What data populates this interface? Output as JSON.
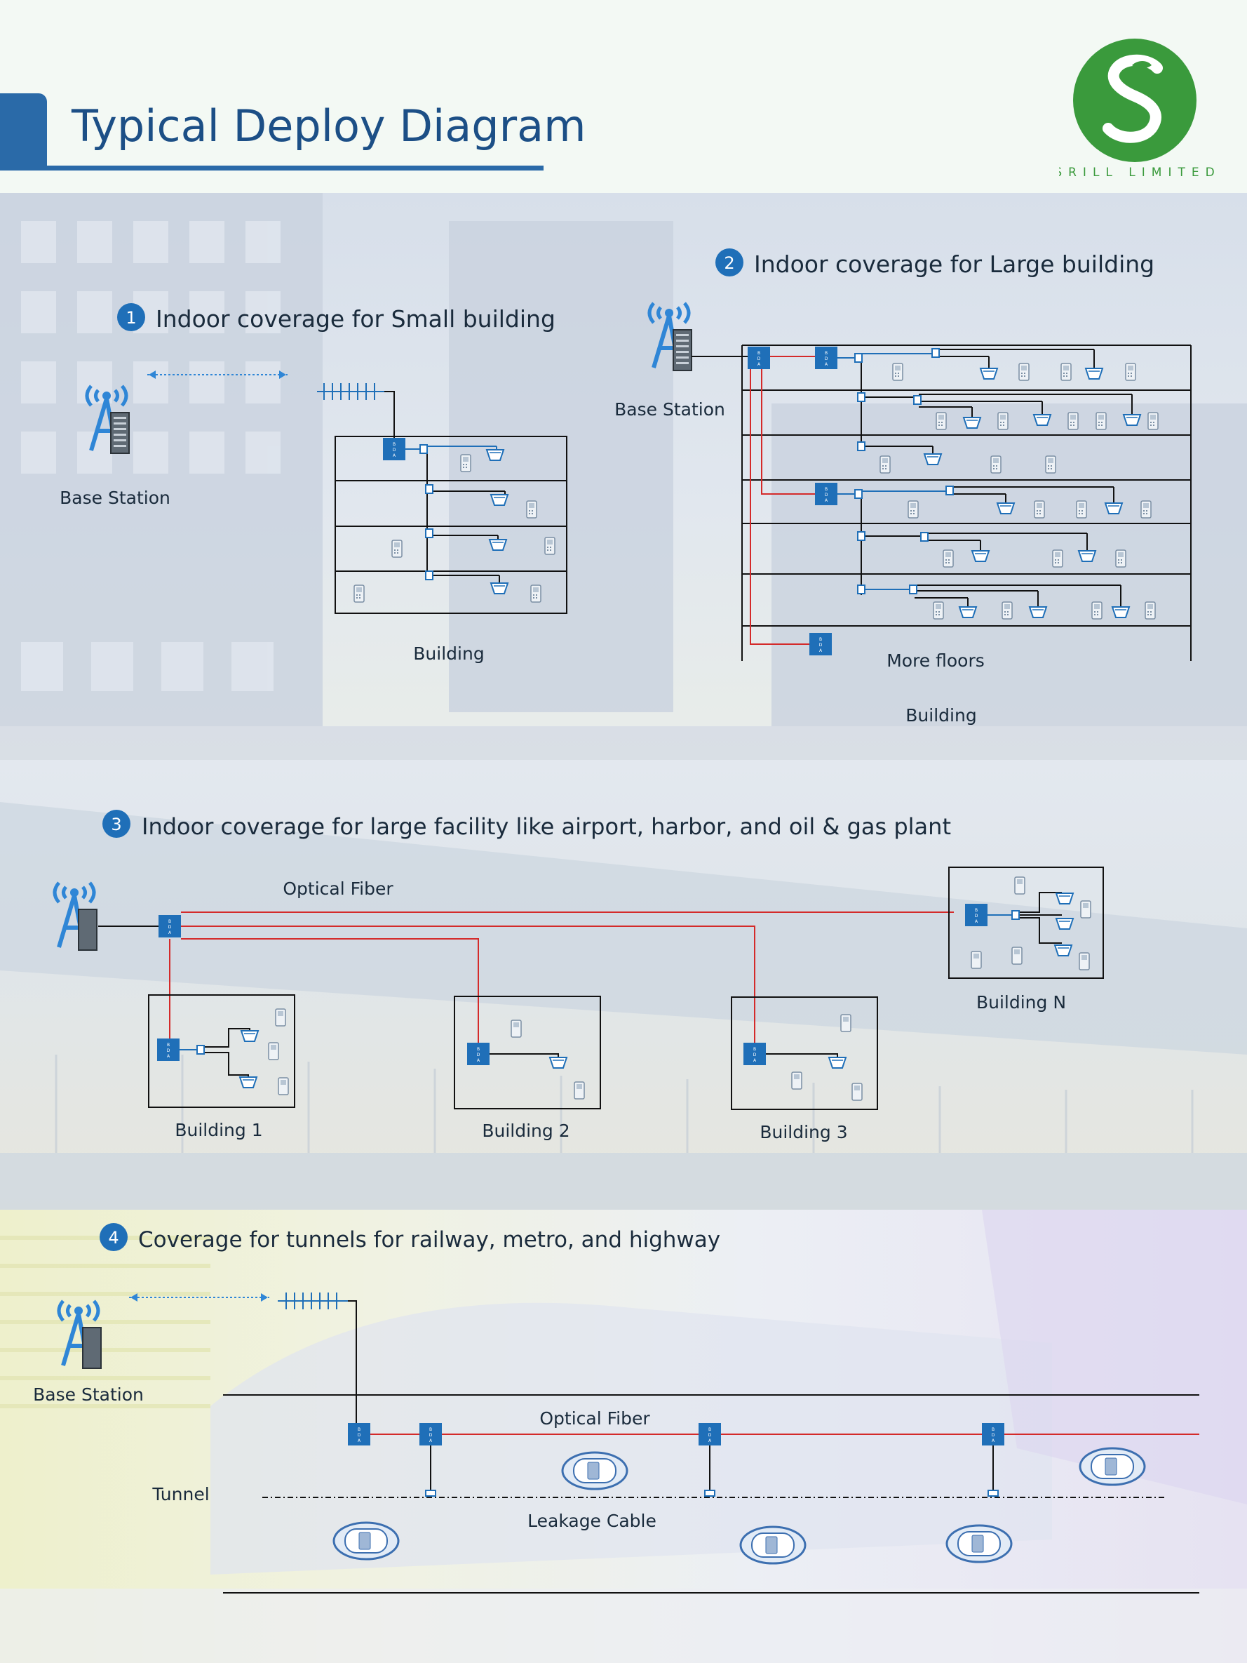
{
  "header": {
    "title": "Typical Deploy Diagram",
    "logo": {
      "letter": "S",
      "text": "SRILL LIMITED",
      "color": "#3a9a3c"
    }
  },
  "colors": {
    "brand_blue": "#2a6aa8",
    "fiber_red": "#d42a2a",
    "device_blue": "#1f6fb8"
  },
  "sections": [
    {
      "number": "1",
      "title": "Indoor coverage for Small building",
      "base_station_label": "Base Station",
      "building_label": "Building"
    },
    {
      "number": "2",
      "title": "Indoor coverage for Large building",
      "base_station_label": "Base Station",
      "more_floors_label": "More floors",
      "building_label": "Building"
    },
    {
      "number": "3",
      "title": "Indoor coverage for large facility like airport, harbor, and oil & gas plant",
      "fiber_label": "Optical Fiber",
      "buildings": [
        "Building 1",
        "Building 2",
        "Building 3",
        "Building N"
      ]
    },
    {
      "number": "4",
      "title": "Coverage for tunnels for railway, metro, and highway",
      "base_station_label": "Base Station",
      "fiber_label": "Optical Fiber",
      "tunnel_label": "Tunnel",
      "cable_label": "Leakage Cable"
    }
  ],
  "icons": [
    "base-station-icon",
    "antenna-icon",
    "bda-icon",
    "splitter-icon",
    "ceiling-antenna-icon",
    "phone-icon",
    "car-icon"
  ]
}
